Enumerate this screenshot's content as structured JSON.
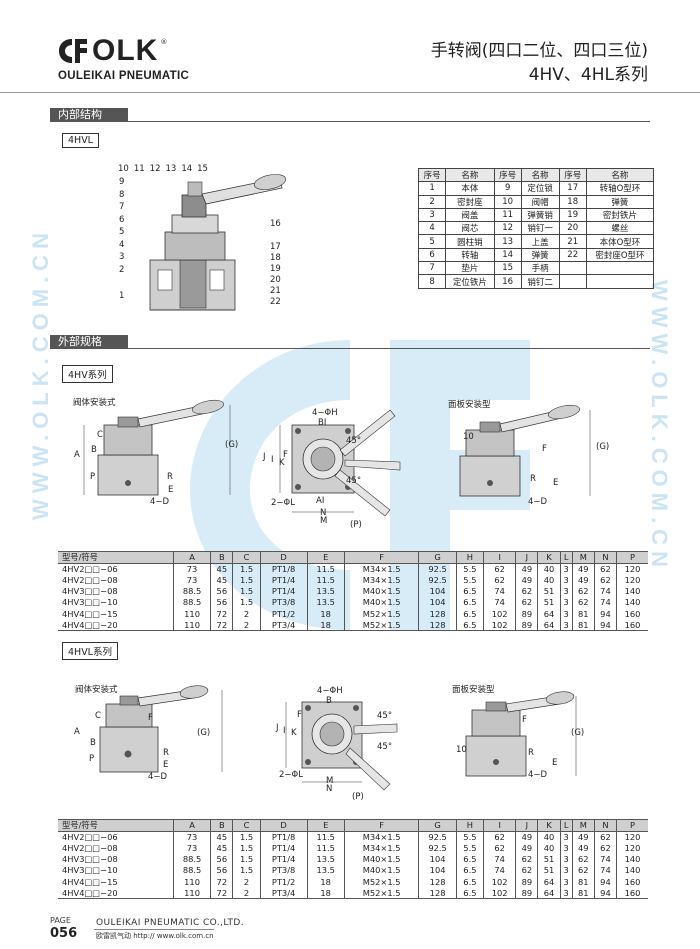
{
  "header": {
    "logo_text": "OLK",
    "logo_sub": "OULEIKAI PNEUMATIC",
    "title_cn": "手转阀(四口二位、四口三位)",
    "title_en": "4HV、4HL系列"
  },
  "watermark": {
    "text": "WWW.OLK.COM.CN"
  },
  "section_internal": {
    "title": "内部结构",
    "tag": "4HVL",
    "callouts_left": [
      "10",
      "11",
      "12",
      "13",
      "14",
      "15",
      "9",
      "8",
      "7",
      "6",
      "5",
      "4",
      "3",
      "2",
      "1"
    ],
    "callouts_right": [
      "16",
      "17",
      "18",
      "19",
      "20",
      "21",
      "22"
    ]
  },
  "parts_table": {
    "headers": [
      "序号",
      "名称",
      "序号",
      "名称",
      "序号",
      "名称"
    ],
    "rows": [
      [
        "1",
        "本体",
        "9",
        "定位锁",
        "17",
        "转轴O型环"
      ],
      [
        "2",
        "密封座",
        "10",
        "阀帽",
        "18",
        "弹簧"
      ],
      [
        "3",
        "阀盖",
        "11",
        "弹簧销",
        "19",
        "密封铁片"
      ],
      [
        "4",
        "阀芯",
        "12",
        "销钉一",
        "20",
        "螺丝"
      ],
      [
        "5",
        "圆柱销",
        "13",
        "上盖",
        "21",
        "本体O型环"
      ],
      [
        "6",
        "转轴",
        "14",
        "弹簧",
        "22",
        "密封座O型环"
      ],
      [
        "7",
        "垫片",
        "15",
        "手柄",
        "",
        ""
      ],
      [
        "8",
        "定位铁片",
        "16",
        "销钉二",
        "",
        ""
      ]
    ]
  },
  "section_external": {
    "title": "外部规格"
  },
  "hv": {
    "tag": "4HV系列",
    "left_label": "阀体安装式",
    "right_label": "面板安装型",
    "dims_left": [
      "C",
      "B",
      "A",
      "P",
      "R",
      "E",
      "4−D",
      "(G)"
    ],
    "dims_mid": [
      "4−ΦH",
      "BI",
      "45°",
      "45°",
      "J",
      "I",
      "K",
      "F",
      "2−ΦL",
      "N",
      "M",
      "(P)",
      "AI"
    ],
    "dims_right": [
      "10",
      "F",
      "R",
      "4−D",
      "(G)",
      "E"
    ]
  },
  "hvl": {
    "tag": "4HVL系列",
    "left_label": "阀体安装式",
    "right_label": "面板安装型",
    "dims_left": [
      "C",
      "F",
      "B",
      "A",
      "P",
      "R",
      "E",
      "4−D",
      "(G)"
    ],
    "dims_mid": [
      "4−ΦH",
      "B",
      "45°",
      "45°",
      "J",
      "I",
      "K",
      "F",
      "2−ΦL",
      "M",
      "N",
      "(P)"
    ],
    "dims_right": [
      "10",
      "F",
      "R",
      "4−D",
      "(G)",
      "E"
    ]
  },
  "spec_headers": [
    "型号/符号",
    "A",
    "B",
    "C",
    "D",
    "E",
    "F",
    "G",
    "H",
    "I",
    "J",
    "K",
    "L",
    "M",
    "N",
    "P"
  ],
  "spec_hv": [
    [
      "4HV2□□−06",
      "73",
      "45",
      "1.5",
      "PT1/8",
      "11.5",
      "M34×1.5",
      "92.5",
      "5.5",
      "62",
      "49",
      "40",
      "3",
      "49",
      "62",
      "120"
    ],
    [
      "4HV2□□−08",
      "73",
      "45",
      "1.5",
      "PT1/4",
      "11.5",
      "M34×1.5",
      "92.5",
      "5.5",
      "62",
      "49",
      "40",
      "3",
      "49",
      "62",
      "120"
    ],
    [
      "4HV3□□−08",
      "88.5",
      "56",
      "1.5",
      "PT1/4",
      "13.5",
      "M40×1.5",
      "104",
      "6.5",
      "74",
      "62",
      "51",
      "3",
      "62",
      "74",
      "140"
    ],
    [
      "4HV3□□−10",
      "88.5",
      "56",
      "1.5",
      "PT3/8",
      "13.5",
      "M40×1.5",
      "104",
      "6.5",
      "74",
      "62",
      "51",
      "3",
      "62",
      "74",
      "140"
    ],
    [
      "4HV4□□−15",
      "110",
      "72",
      "2",
      "PT1/2",
      "18",
      "M52×1.5",
      "128",
      "6.5",
      "102",
      "89",
      "64",
      "3",
      "81",
      "94",
      "160"
    ],
    [
      "4HV4□□−20",
      "110",
      "72",
      "2",
      "PT3/4",
      "18",
      "M52×1.5",
      "128",
      "6.5",
      "102",
      "89",
      "64",
      "3",
      "81",
      "94",
      "160"
    ]
  ],
  "spec_hvl": [
    [
      "4HV2□□−06",
      "73",
      "45",
      "1.5",
      "PT1/8",
      "11.5",
      "M34×1.5",
      "92.5",
      "5.5",
      "62",
      "49",
      "40",
      "3",
      "49",
      "62",
      "120"
    ],
    [
      "4HV2□□−08",
      "73",
      "45",
      "1.5",
      "PT1/4",
      "11.5",
      "M34×1.5",
      "92.5",
      "5.5",
      "62",
      "49",
      "40",
      "3",
      "49",
      "62",
      "120"
    ],
    [
      "4HV3□□−08",
      "88.5",
      "56",
      "1.5",
      "PT1/4",
      "13.5",
      "M40×1.5",
      "104",
      "6.5",
      "74",
      "62",
      "51",
      "3",
      "62",
      "74",
      "140"
    ],
    [
      "4HV3□□−10",
      "88.5",
      "56",
      "1.5",
      "PT3/8",
      "13.5",
      "M40×1.5",
      "104",
      "6.5",
      "74",
      "62",
      "51",
      "3",
      "62",
      "74",
      "140"
    ],
    [
      "4HV4□□−15",
      "110",
      "72",
      "2",
      "PT1/2",
      "18",
      "M52×1.5",
      "128",
      "6.5",
      "102",
      "89",
      "64",
      "3",
      "81",
      "94",
      "160"
    ],
    [
      "4HV4□□−20",
      "110",
      "72",
      "2",
      "PT3/4",
      "18",
      "M52×1.5",
      "128",
      "6.5",
      "102",
      "89",
      "64",
      "3",
      "81",
      "94",
      "160"
    ]
  ],
  "footer": {
    "page_label": "PAGE",
    "page_num": "056",
    "company": "OULEIKAI PNEUMATIC CO.,LTD.",
    "url_line": "欧雷凯气动 http:// www.olk.com.cn"
  }
}
